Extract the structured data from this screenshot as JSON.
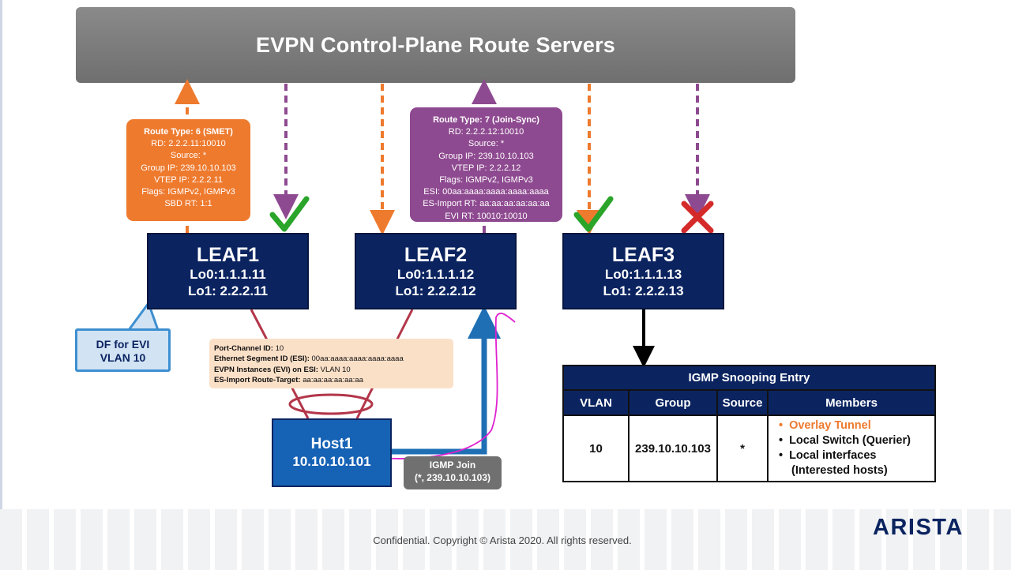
{
  "banner": {
    "title": "EVPN Control-Plane Route Servers"
  },
  "smet_route": {
    "title": "Route Type: 6 (SMET)",
    "lines": [
      "RD: 2.2.2.11:10010",
      "Source: *",
      "Group IP: 239.10.10.103",
      "VTEP IP: 2.2.2.11",
      "Flags: IGMPv2, IGMPv3",
      "SBD RT: 1:1"
    ]
  },
  "join_sync_route": {
    "title": "Route Type: 7 (Join-Sync)",
    "lines": [
      "RD: 2.2.2.12:10010",
      "Source: *",
      "Group IP: 239.10.10.103",
      "VTEP IP: 2.2.2.12",
      "Flags: IGMPv2, IGMPv3",
      "ESI: 00aa:aaaa:aaaa:aaaa:aaaa",
      "ES-Import RT: aa:aa:aa:aa:aa:aa",
      "EVI RT: 10010:10010"
    ]
  },
  "leafs": [
    {
      "name": "LEAF1",
      "lo0": "Lo0:1.1.1.11",
      "lo1": "Lo1: 2.2.2.11"
    },
    {
      "name": "LEAF2",
      "lo0": "Lo0:1.1.1.12",
      "lo1": "Lo1: 2.2.2.12"
    },
    {
      "name": "LEAF3",
      "lo0": "Lo0:1.1.1.13",
      "lo1": "Lo1: 2.2.2.13"
    }
  ],
  "df_callout": {
    "line1": "DF for EVI",
    "line2": "VLAN 10"
  },
  "esi_info": {
    "port_channel_label": "Port-Channel ID:",
    "port_channel_value": "10",
    "esi_label": "Ethernet Segment ID (ESI):",
    "esi_value": "00aa:aaaa:aaaa:aaaa:aaaa",
    "evi_label": "EVPN Instances (EVI) on ESI:",
    "evi_value": "VLAN 10",
    "rt_label": "ES-Import Route-Target:",
    "rt_value": "aa:aa:aa:aa:aa:aa"
  },
  "host": {
    "name": "Host1",
    "ip": "10.10.10.101"
  },
  "igmp_join": {
    "line1": "IGMP Join",
    "line2": "(*, 239.10.10.103)"
  },
  "igmp_table": {
    "title": "IGMP Snooping Entry",
    "headers": [
      "VLAN",
      "Group",
      "Source",
      "Members"
    ],
    "row": {
      "vlan": "10",
      "group": "239.10.10.103",
      "source": "*"
    },
    "members": [
      "Overlay Tunnel",
      "Local Switch (Querier)",
      "Local interfaces",
      "(Interested hosts)"
    ]
  },
  "footer": {
    "copyright": "Confidential. Copyright © Arista 2020. All rights reserved.",
    "logo": "ARISTA"
  },
  "colors": {
    "orange": "#ee7a2e",
    "purple": "#8e4a90",
    "navy": "#0b2460",
    "check_green": "#2aa52a",
    "cross_red": "#d42a2a",
    "annotation_magenta": "#e020d0"
  }
}
